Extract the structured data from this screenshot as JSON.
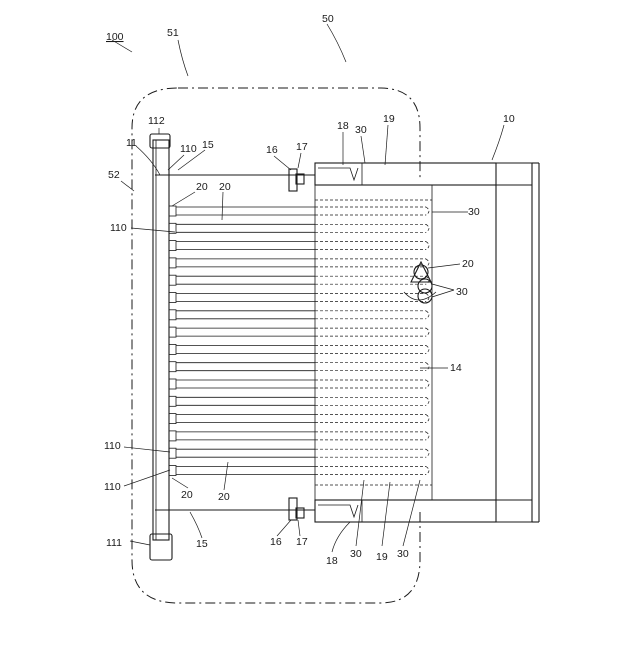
{
  "labels": {
    "l100": "100",
    "l51": "51",
    "l50": "50",
    "l52": "52",
    "l112": "112",
    "l11": "11",
    "l110a": "110",
    "l15a": "15",
    "l16a": "16",
    "l17a": "17",
    "l18a": "18",
    "l30a": "30",
    "l19a": "19",
    "l10": "10",
    "l20a": "20",
    "l20b": "20",
    "l110b": "110",
    "l30b": "30",
    "l20c": "20",
    "l30c": "30",
    "l14": "14",
    "l110c": "110",
    "l110d": "110",
    "l20d": "20",
    "l20e": "20",
    "l111": "111",
    "l15b": "15",
    "l16b": "16",
    "l17b": "17",
    "l18b": "18",
    "l30d": "30",
    "l19b": "19",
    "l30e": "30"
  }
}
